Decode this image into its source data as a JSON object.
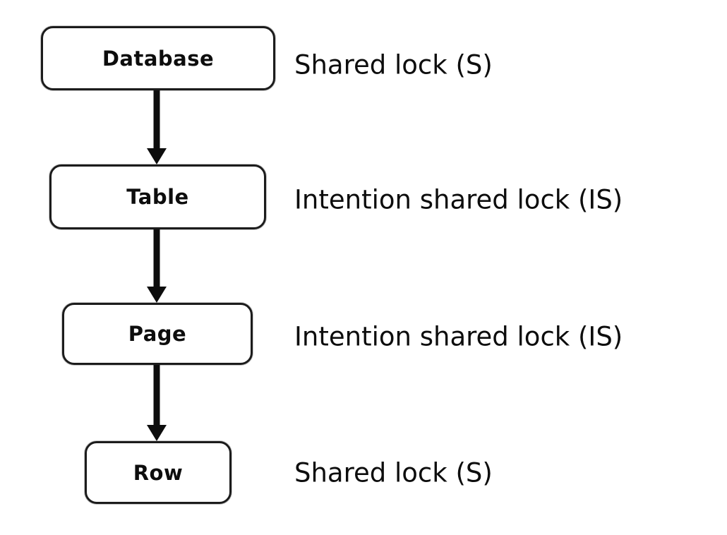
{
  "diagram": {
    "description": "Lock granularity hierarchy diagram",
    "levels": [
      {
        "node": "Database",
        "lock": "Shared lock (S)"
      },
      {
        "node": "Table",
        "lock": "Intention shared lock (IS)"
      },
      {
        "node": "Page",
        "lock": "Intention shared lock (IS)"
      },
      {
        "node": "Row",
        "lock": "Shared lock (S)"
      }
    ],
    "arrows": [
      {
        "from": "Database",
        "to": "Table"
      },
      {
        "from": "Table",
        "to": "Page"
      },
      {
        "from": "Page",
        "to": "Row"
      }
    ],
    "colors": {
      "background": "#ffffff",
      "stroke": "#1c1c1c",
      "text": "#0d0d0d"
    }
  }
}
